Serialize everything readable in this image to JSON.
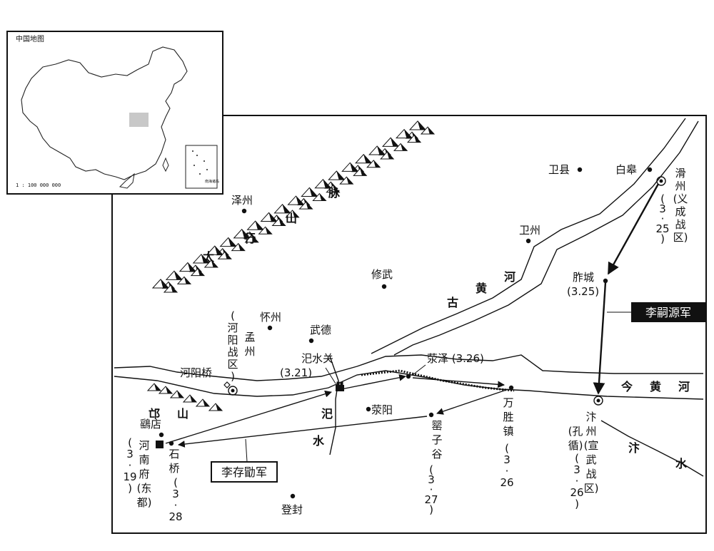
{
  "inset": {
    "title": "中国地图",
    "scale": "1 : 100 000 000",
    "south_sea": "南海诸岛"
  },
  "mountains": {
    "taihang": [
      "太",
      "行",
      "山",
      "脉"
    ],
    "mang": [
      "邙",
      "山"
    ]
  },
  "rivers": {
    "old_yellow": [
      "古",
      "黄",
      "河"
    ],
    "new_yellow": [
      "今",
      "黄",
      "河"
    ],
    "bian": [
      "汴",
      "水"
    ],
    "si": [
      "汜",
      "水"
    ]
  },
  "places": {
    "zezhou": "泽州",
    "weixian": "卫县",
    "baigao": "白皋",
    "weizhou": "卫州",
    "xiuwu": "修武",
    "huaizhou": "怀州",
    "wude": "武德",
    "zuocheng": "胙城",
    "zuocheng_date": "(3.25)",
    "sishuiguan": "汜水关",
    "sishuiguan_date": "(3.21)",
    "xingze": "荥泽 (3.26)",
    "xingyang": "荥阳",
    "heyangqiao": "河阳桥",
    "dengfeng": "登封",
    "yaodian": "鷂店"
  },
  "vertical_labels": {
    "huazhou": [
      "滑",
      "州",
      "(义",
      "成",
      "战",
      "区)"
    ],
    "huazhou_date": [
      "(",
      "3",
      "·",
      "25",
      ")"
    ],
    "heyang_zone": [
      "(",
      "河",
      "阳",
      "战",
      "区",
      ")"
    ],
    "mengzhou": [
      "孟",
      "州"
    ],
    "henanfu": [
      "河",
      "南",
      "府",
      "(东",
      "都)"
    ],
    "henanfu_date": [
      "(",
      "3",
      "·",
      "19",
      ")"
    ],
    "shiqiao": [
      "石",
      "桥"
    ],
    "shiqiao_date": [
      "(",
      "3",
      "·",
      "28"
    ],
    "yingzigu": [
      "罂",
      "子",
      "谷"
    ],
    "yingzigu_date": [
      "(",
      "3",
      "·",
      "27",
      ")"
    ],
    "wanshengzhen": [
      "万",
      "胜",
      "镇"
    ],
    "wanshengzhen_date": [
      "(",
      "3",
      "·",
      "26"
    ],
    "bianzhou": [
      "汴",
      "州",
      "(宣",
      "武",
      "战",
      "区)"
    ],
    "bianzhou_date": [
      "(",
      "3",
      "·",
      "26",
      ")"
    ],
    "kongxun": [
      "(孔",
      "循)"
    ]
  },
  "armies": {
    "li_siyuan": "李嗣源军",
    "li_cunxu": "李存勖军"
  }
}
